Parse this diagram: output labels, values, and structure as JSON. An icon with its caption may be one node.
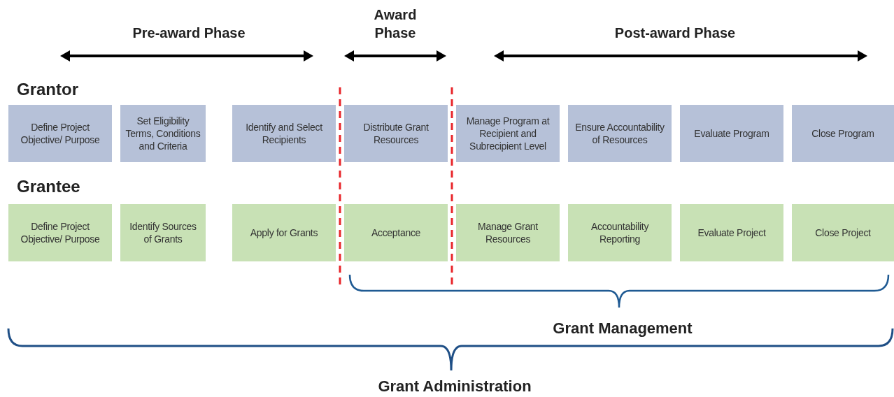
{
  "diagram": {
    "nodes": [
      {
        "text": [
          "Define Project Objective/ Purpose"
        ]
      },
      {
        "text": [
          "Set Eligibility Terms, Conditions and Criteria"
        ]
      },
      {
        "text": [
          "Identify and Select Recipients"
        ]
      },
      {
        "text": [
          "Distribute Grant Resources"
        ]
      },
      {
        "text": [
          "Manage Program at Recipient and Subrecipient Level"
        ]
      },
      {
        "text": [
          "Ensure Accountability of Resources"
        ]
      },
      {
        "text": [
          "Evaluate Program"
        ]
      },
      {
        "text": [
          "Close Program"
        ]
      },
      {
        "text": [
          "Define Project Objective/ Purpose"
        ]
      },
      {
        "text": [
          "Identify Sources of Grants"
        ]
      },
      {
        "text": [
          "Apply for Grants"
        ]
      },
      {
        "text": [
          "Acceptance"
        ]
      },
      {
        "text": [
          "Manage Grant Resources"
        ]
      },
      {
        "text": [
          "Accountability Reporting"
        ]
      },
      {
        "text": [
          "Evaluate Project"
        ]
      },
      {
        "text": [
          "Close Project"
        ]
      }
    ],
    "edges": [],
    "labels": [
      "Pre-award Phase",
      "Award Phase",
      "Post-award Phase",
      "Grantor",
      "Grantee",
      "Grant Management",
      "Grant Administration"
    ]
  }
}
